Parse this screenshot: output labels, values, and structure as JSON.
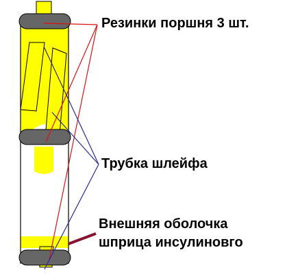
{
  "labels": {
    "piston_rubbers": "Резинки поршня 3 шт.",
    "loop_tube": "Трубка шлейфа",
    "outer_shell_line1": "Внешняя оболочка",
    "outer_shell_line2": "шприца инсулиновго"
  },
  "colors": {
    "fill": "#ffff00",
    "rubber": "#666666",
    "outline": "#000000",
    "rubber_pointer": "#dd1111",
    "tube_pointer": "#2a2a9a",
    "shell_pointer": "#8a1030"
  }
}
